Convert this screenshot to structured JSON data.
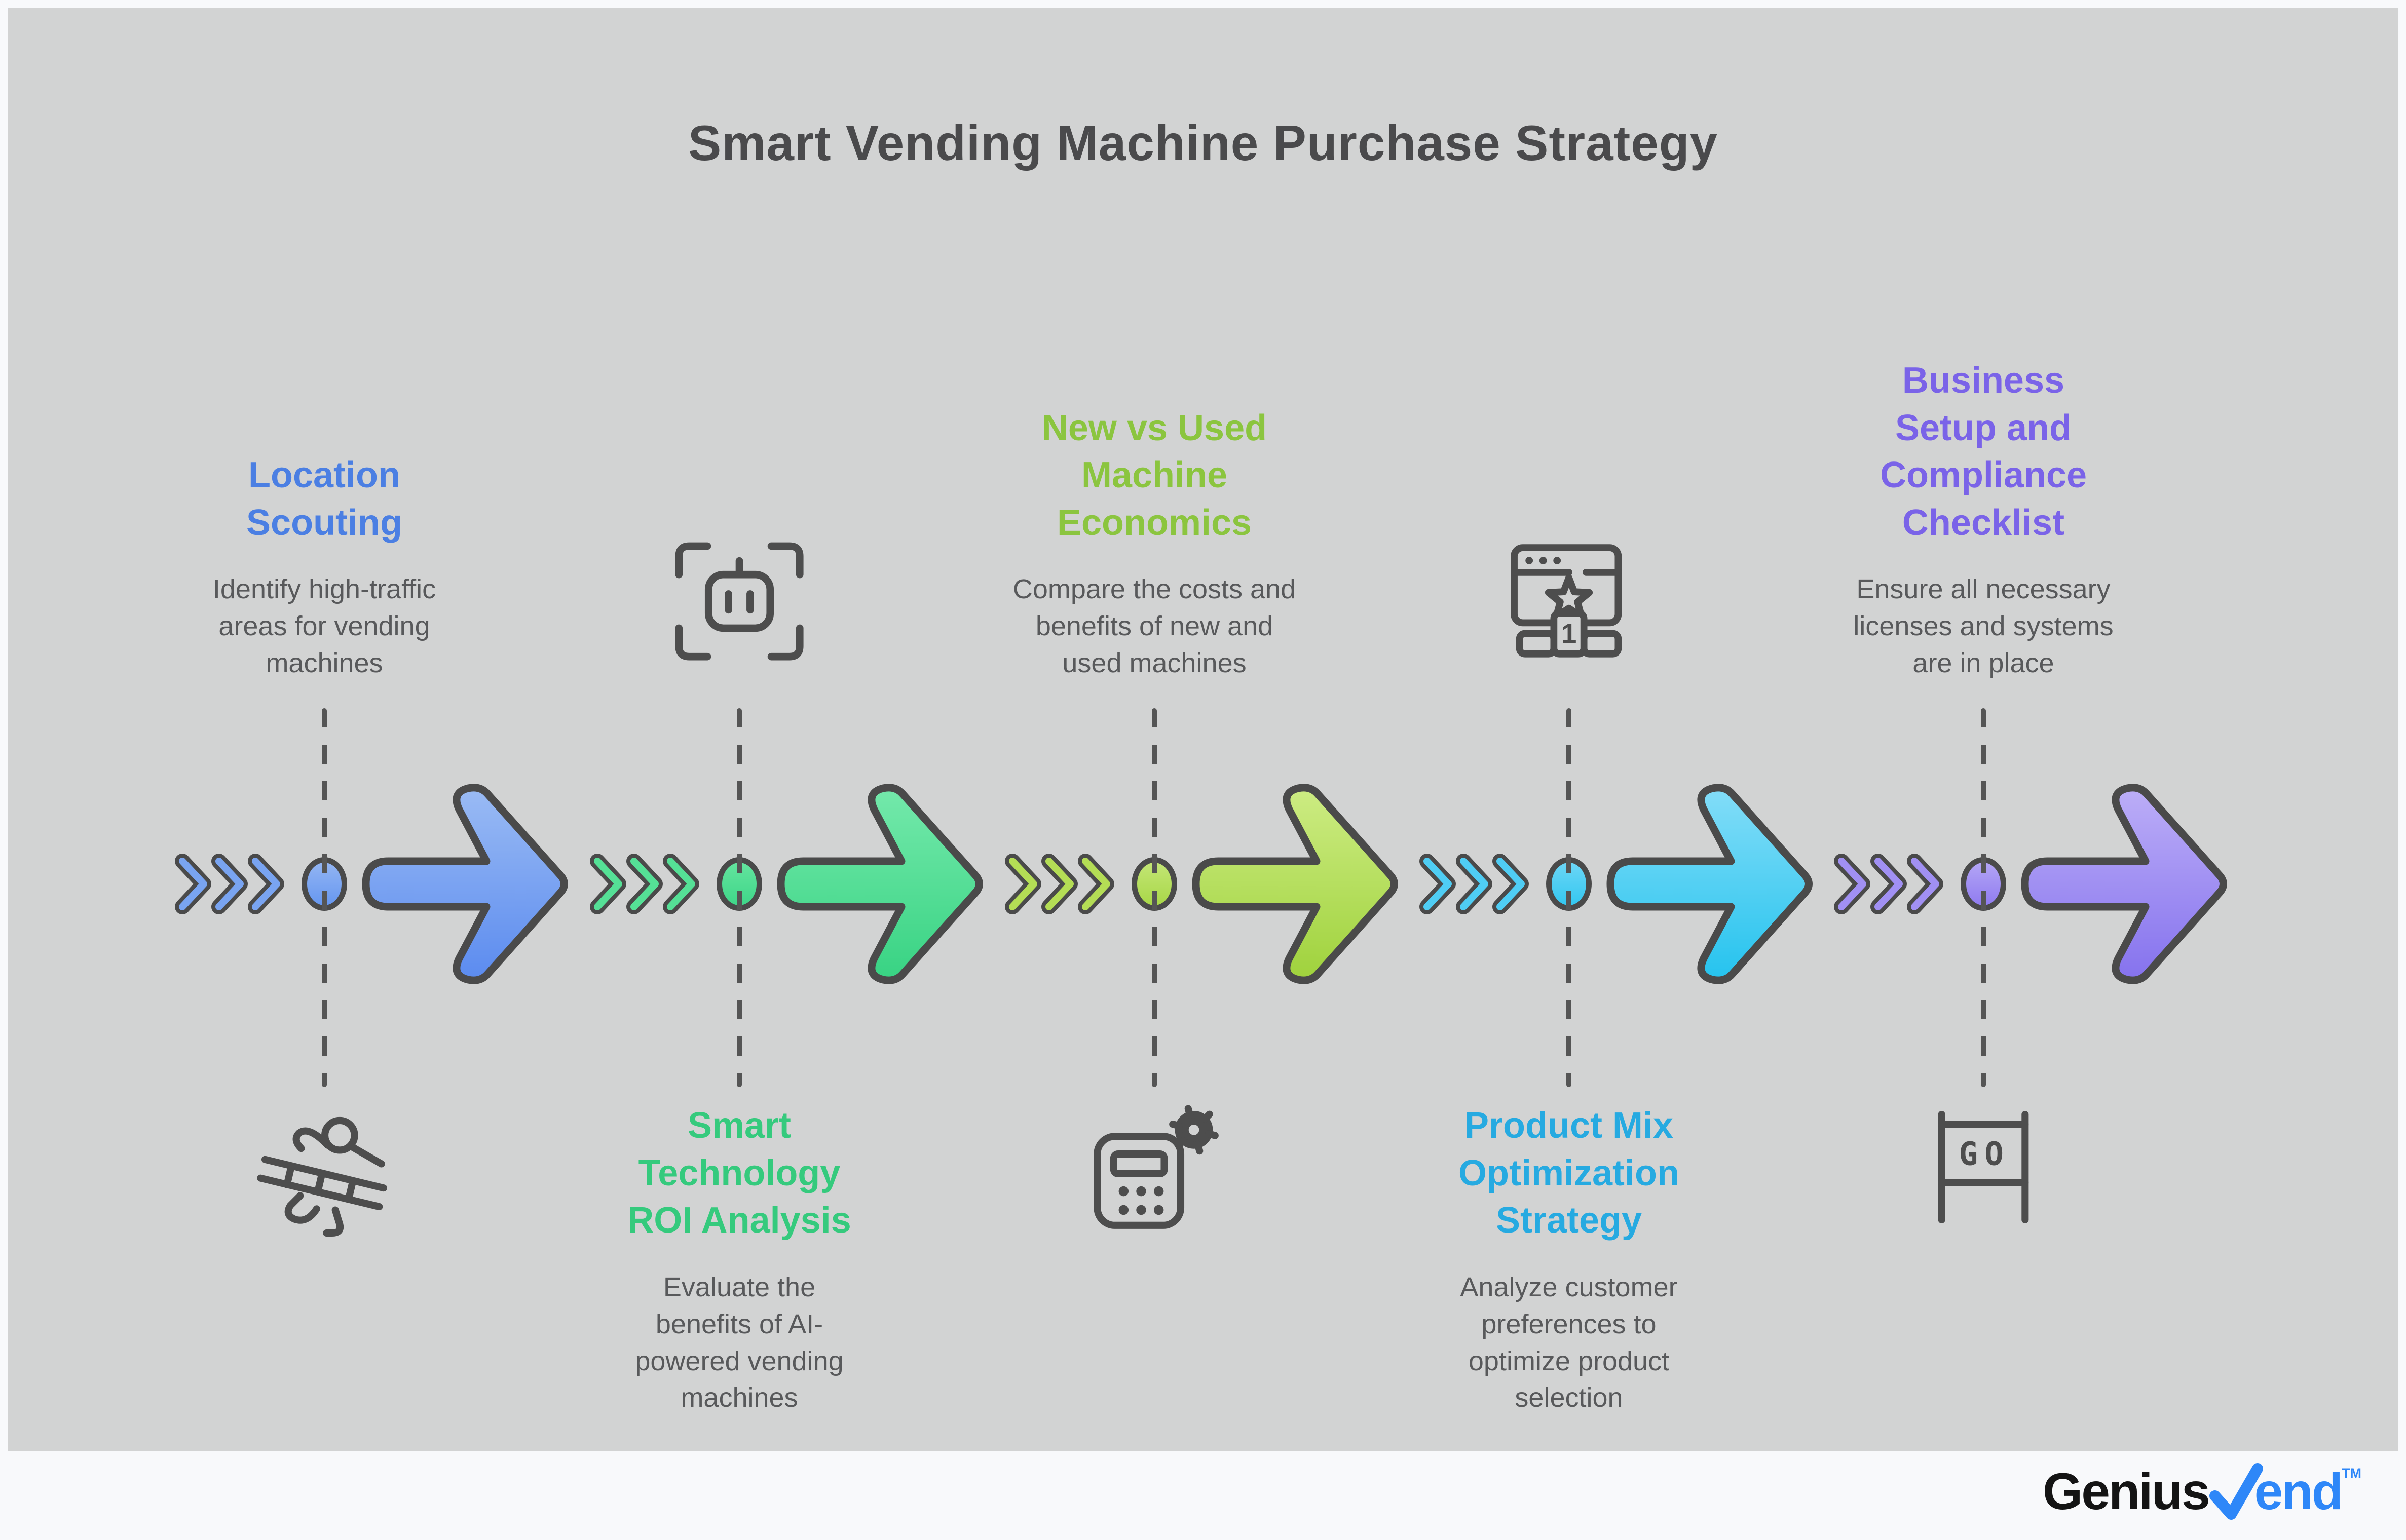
{
  "title": "Smart Vending Machine Purchase Strategy",
  "steps": [
    {
      "heading": "Location Scouting",
      "description": "Identify high-traffic areas for vending machines",
      "accent": "#4b7fe3",
      "arrow_gradient": [
        "#9abbf4",
        "#5b8bef"
      ],
      "chevron_color": "#79a4f1",
      "icon": "hiker-ladder-icon",
      "text_position": "above-timeline"
    },
    {
      "heading": "Smart Technology ROI Analysis",
      "description": "Evaluate the benefits of AI-powered vending machines",
      "accent": "#35ca7d",
      "arrow_gradient": [
        "#74e9ab",
        "#38d383"
      ],
      "chevron_color": "#55e096",
      "icon": "robot-scan-icon",
      "text_position": "below-timeline"
    },
    {
      "heading": "New vs Used Machine Economics",
      "description": "Compare the costs and benefits of new and used machines",
      "accent": "#8bc53f",
      "arrow_gradient": [
        "#cdec83",
        "#9fd23c"
      ],
      "chevron_color": "#b4dd55",
      "icon": "calculator-gear-icon",
      "text_position": "above-timeline"
    },
    {
      "heading": "Product Mix Optimization Strategy",
      "description": "Analyze customer preferences to optimize product selection",
      "accent": "#26aae1",
      "arrow_gradient": [
        "#83ddf8",
        "#25c3ee"
      ],
      "chevron_color": "#4fcdf4",
      "icon": "ranking-podium-icon",
      "text_position": "below-timeline"
    },
    {
      "heading": "Business Setup and Compliance Checklist",
      "description": "Ensure all necessary licenses and systems are in place",
      "accent": "#7a63e8",
      "arrow_gradient": [
        "#bcaef7",
        "#8572ee"
      ],
      "chevron_color": "#a190f3",
      "icon": "go-sign-icon",
      "text_position": "above-timeline"
    }
  ],
  "podium_rank": "1",
  "go_label": "GO",
  "footer": {
    "brand_black": "Genius",
    "brand_blue": "end",
    "brand_tm": "TM",
    "check_color": "#2e87f8"
  },
  "palette": {
    "canvas_background": "#d2d3d3",
    "page_background": "#f8f9fb",
    "outline_dark": "#4a4a4a",
    "title_color": "#4a4a4c",
    "description_color": "#58595b",
    "dashed_line_color": "#555555"
  }
}
